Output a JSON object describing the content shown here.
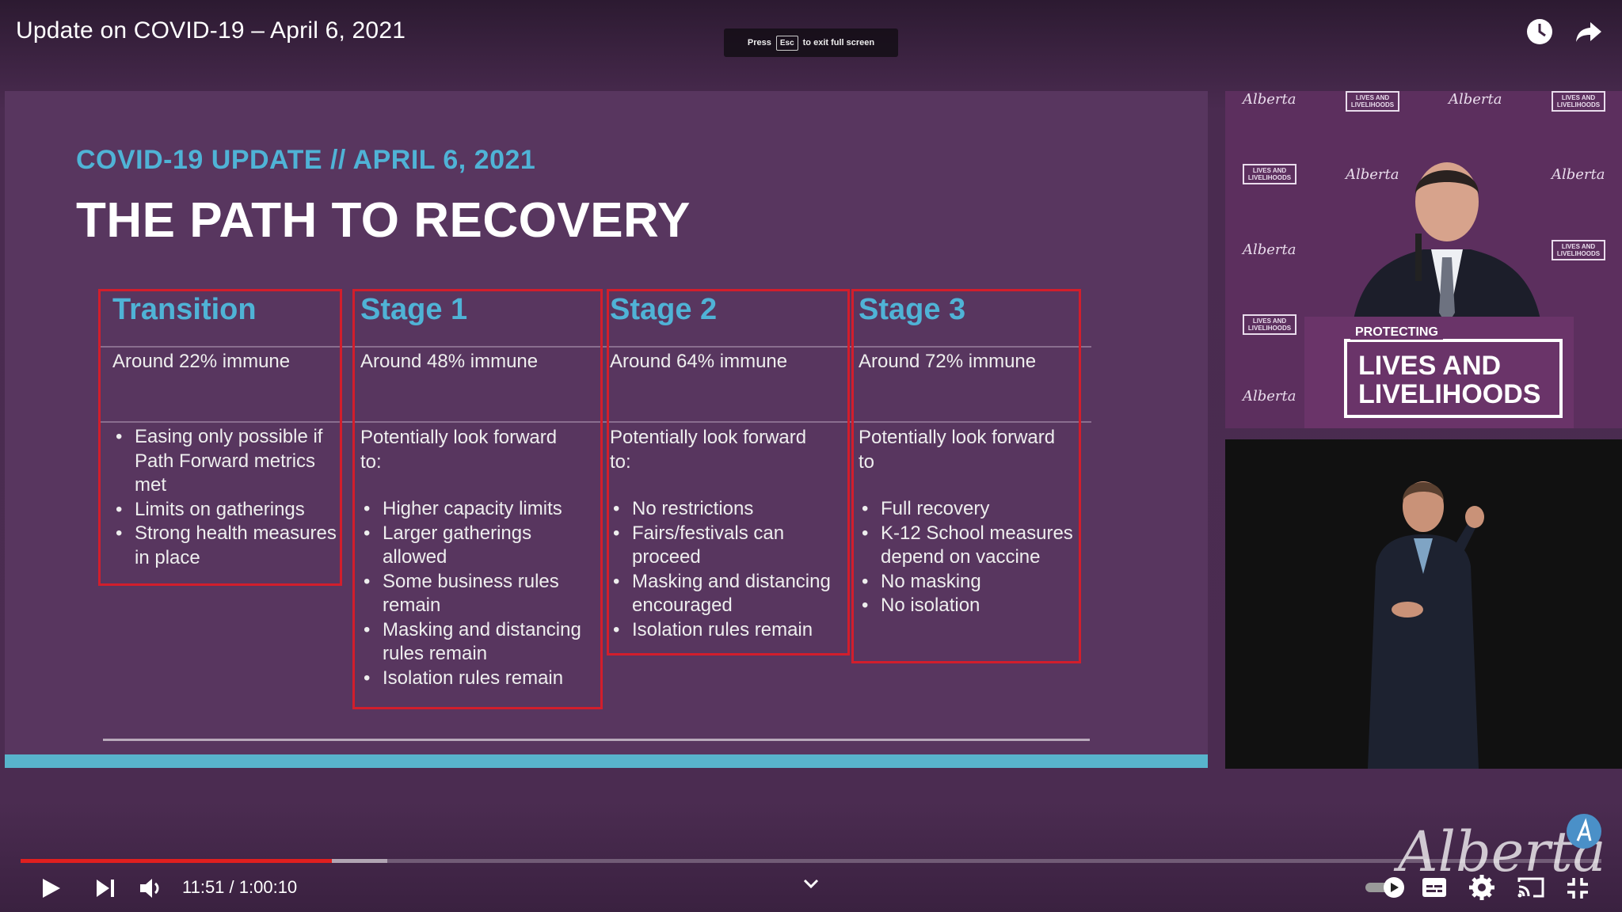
{
  "window": {
    "title": "Update on COVID-19 – April 6, 2021"
  },
  "fullscreen_tip": {
    "press": "Press",
    "key": "Esc",
    "rest": "to exit full screen"
  },
  "slide": {
    "subtitle": "COVID-19 UPDATE // APRIL 6, 2021",
    "title": "THE PATH TO RECOVERY",
    "stages": [
      {
        "name": "Transition",
        "immunity": "Around 22% immune",
        "lead": "",
        "items": [
          "Easing only possible if Path Forward metrics met",
          "Limits on gatherings",
          "Strong health measures in place"
        ]
      },
      {
        "name": "Stage 1",
        "immunity": "Around 48% immune",
        "lead": "Potentially look forward to:",
        "items": [
          "Higher capacity limits",
          "Larger gatherings allowed",
          "Some business rules remain",
          "Masking and distancing rules remain",
          "Isolation rules remain"
        ]
      },
      {
        "name": "Stage 2",
        "immunity": "Around 64% immune",
        "lead": "Potentially look forward to:",
        "items": [
          "No restrictions",
          "Fairs/festivals can proceed",
          "Masking and distancing encouraged",
          "Isolation rules remain"
        ]
      },
      {
        "name": "Stage 3",
        "immunity": "Around 72% immune",
        "lead": "Potentially look forward to",
        "items": [
          "Full recovery",
          "K-12 School measures depend on vaccine",
          "No masking",
          "No isolation"
        ]
      }
    ]
  },
  "backdrop": {
    "logo": "Alberta",
    "tile_text": "LIVES AND LIVELIHOODS",
    "podium_small": "PROTECTING",
    "podium_big_1": "LIVES AND",
    "podium_big_2": "LIVELIHOODS"
  },
  "player": {
    "current_time": "11:51",
    "duration": "1:00:10",
    "time_display": "11:51 / 1:00:10",
    "progress_fraction": 0.197,
    "buffered_fraction": 0.232,
    "watermark": "Alberta"
  },
  "colors": {
    "accent_blue": "#4fb3d6",
    "box_red": "#d21e2c",
    "progress_red": "#e01f1f",
    "slide_bg": "#58365f"
  }
}
